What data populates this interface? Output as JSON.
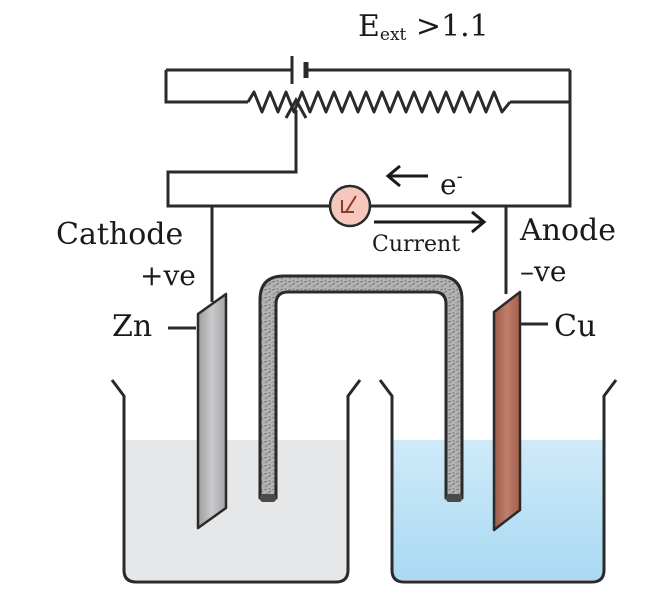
{
  "labels": {
    "eext_main": "E",
    "eext_sub": "ext",
    "eext_condition": " >1.1",
    "electron_symbol": "e",
    "electron_charge": "-",
    "current": "Current",
    "cathode": "Cathode",
    "cathode_sign": "+ve",
    "zn": "Zn",
    "anode": "Anode",
    "anode_sign": "–ve",
    "cu": "Cu"
  },
  "colors": {
    "wire": "#2a2a2a",
    "left_solution": "#e6e7e8",
    "right_solution_top": "#cfeaf8",
    "right_solution_bottom": "#a9d9f3",
    "zinc_electrode": "#b9babc",
    "copper_electrode": "#b8715f",
    "galvanometer": "#f6c8bd",
    "salt_bridge": "#a7a7a7"
  },
  "icons": {
    "battery": "battery-cell-icon",
    "rheostat": "variable-resistor-icon",
    "meter": "galvanometer-icon",
    "electron_arrow": "arrow-left-icon",
    "current_arrow": "arrow-right-icon"
  }
}
